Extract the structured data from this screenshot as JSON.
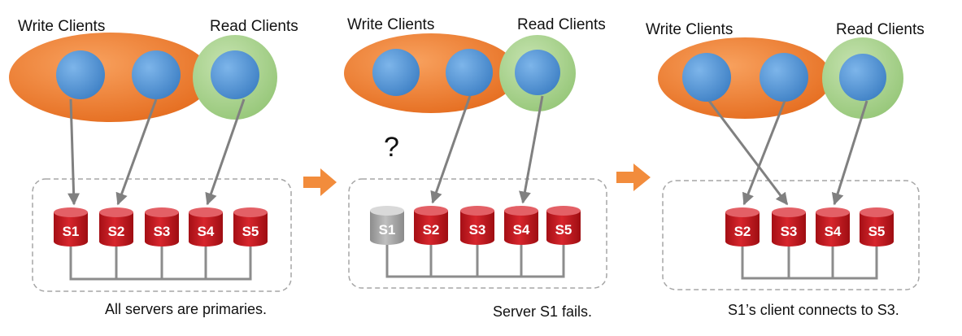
{
  "labels": {
    "write_clients": "Write Clients",
    "read_clients": "Read Clients",
    "question_mark": "?"
  },
  "panels": [
    {
      "caption": "All servers are primaries.",
      "servers": [
        {
          "label": "S1",
          "state": "up"
        },
        {
          "label": "S2",
          "state": "up"
        },
        {
          "label": "S3",
          "state": "up"
        },
        {
          "label": "S4",
          "state": "up"
        },
        {
          "label": "S5",
          "state": "up"
        }
      ],
      "connections": [
        {
          "client": 0,
          "server": "S1"
        },
        {
          "client": 1,
          "server": "S2"
        },
        {
          "client": 2,
          "server": "S4"
        }
      ]
    },
    {
      "caption": "Server S1 fails.",
      "servers": [
        {
          "label": "S1",
          "state": "failed"
        },
        {
          "label": "S2",
          "state": "up"
        },
        {
          "label": "S3",
          "state": "up"
        },
        {
          "label": "S4",
          "state": "up"
        },
        {
          "label": "S5",
          "state": "up"
        }
      ],
      "connections": [
        {
          "client": 1,
          "server": "S2"
        },
        {
          "client": 2,
          "server": "S4"
        }
      ]
    },
    {
      "caption": "S1’s client connects to S3.",
      "servers": [
        {
          "label": "S2",
          "state": "up"
        },
        {
          "label": "S3",
          "state": "up"
        },
        {
          "label": "S4",
          "state": "up"
        },
        {
          "label": "S5",
          "state": "up"
        }
      ],
      "connections": [
        {
          "client": 0,
          "server": "S3"
        },
        {
          "client": 1,
          "server": "S2"
        },
        {
          "client": 2,
          "server": "S4"
        }
      ]
    }
  ],
  "colors": {
    "write_group": "#ef7d2d",
    "read_group": "#a9d18e",
    "client": "#5b9bd5",
    "server": "#c8161d",
    "server_failed": "#a6a6a6",
    "arrow": "#808080",
    "flow_arrow": "#f28c3c"
  }
}
